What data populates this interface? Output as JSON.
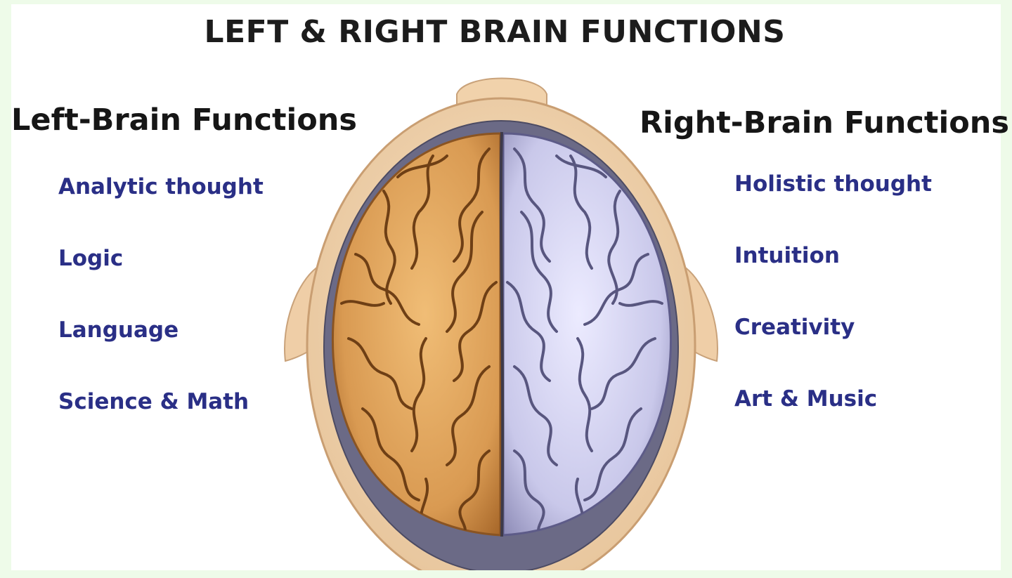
{
  "title": "LEFT & RIGHT BRAIN FUNCTIONS",
  "left": {
    "heading": "Left-Brain Functions",
    "functions": [
      "Analytic thought",
      "Logic",
      "Language",
      "Science & Math"
    ]
  },
  "right": {
    "heading": "Right-Brain Functions",
    "functions": [
      "Holistic thought",
      "Intuition",
      "Creativity",
      "Art & Music"
    ]
  },
  "illustration": "brain-top-view-icon",
  "colors": {
    "background": "#eefbe9",
    "title_text": "#1c1c1c",
    "function_text": "#2a2f86",
    "left_hemisphere": "#d99a52",
    "right_hemisphere": "#c9c8ea",
    "skull": "#f0d3ae"
  }
}
